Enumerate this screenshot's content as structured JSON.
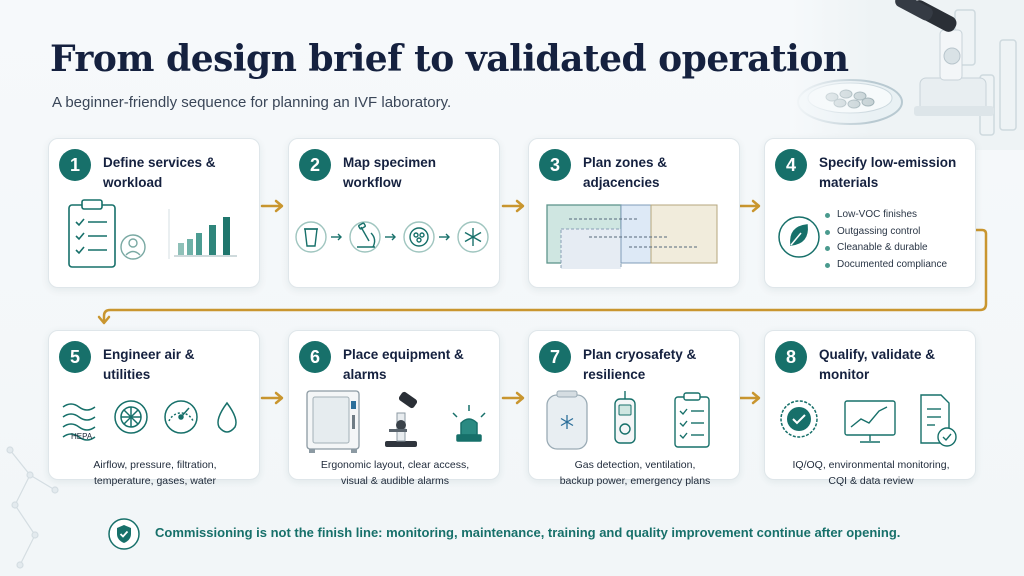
{
  "header": {
    "title": "From design brief to validated operation",
    "subtitle": "A beginner-friendly sequence for planning an IVF laboratory."
  },
  "steps": [
    {
      "num": "1",
      "title_lines": [
        "Define services &",
        "workload"
      ],
      "icons": [
        "clipboard-checklist-icon",
        "user-icon",
        "bar-chart-icon"
      ]
    },
    {
      "num": "2",
      "title_lines": [
        "Map specimen",
        "workflow"
      ],
      "icons": [
        "specimen-cup-icon",
        "microscope-icon",
        "dish-icon",
        "snowflake-icon"
      ]
    },
    {
      "num": "3",
      "title_lines": [
        "Plan zones &",
        "adjacencies"
      ],
      "icons": [
        "floor-plan-icon"
      ]
    },
    {
      "num": "4",
      "title_lines": [
        "Specify low-emission",
        "materials"
      ],
      "icons": [
        "leaf-icon"
      ],
      "bullets": [
        "Low-VOC finishes",
        "Outgassing control",
        "Cleanable & durable",
        "Documented compliance"
      ]
    },
    {
      "num": "5",
      "title_lines": [
        "Engineer air &",
        "utilities"
      ],
      "icons": [
        "airflow-icon",
        "hepa-filter-icon",
        "pressure-gauge-icon",
        "water-drop-icon"
      ],
      "icon_label": "HEPA",
      "caption_lines": [
        "Airflow, pressure, filtration,",
        "temperature, gases, water"
      ]
    },
    {
      "num": "6",
      "title_lines": [
        "Place equipment &",
        "alarms"
      ],
      "icons": [
        "incubator-icon",
        "microscope-icon",
        "alarm-light-icon"
      ],
      "caption_lines": [
        "Ergonomic layout, clear access,",
        "visual & audible alarms"
      ]
    },
    {
      "num": "7",
      "title_lines": [
        "Plan cryosafety &",
        "resilience"
      ],
      "icons": [
        "cryo-dewar-icon",
        "gas-detector-icon",
        "checklist-icon"
      ],
      "caption_lines": [
        "Gas detection, ventilation,",
        "backup power, emergency plans"
      ]
    },
    {
      "num": "8",
      "title_lines": [
        "Qualify, validate &",
        "monitor"
      ],
      "icons": [
        "validation-badge-icon",
        "monitor-chart-icon",
        "document-check-icon"
      ],
      "caption_lines": [
        "IQ/OQ, environmental monitoring,",
        "CQI & data review"
      ]
    }
  ],
  "footer": {
    "text": "Commissioning is not the finish line: monitoring, maintenance, training and quality improvement continue after opening.",
    "icon": "shield-check-icon"
  },
  "colors": {
    "accent": "#17706a",
    "arrow": "#c9962f",
    "title": "#15213f"
  }
}
